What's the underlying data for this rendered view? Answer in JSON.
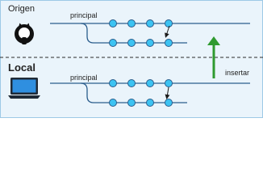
{
  "sections": {
    "origin": {
      "title": "Origen",
      "branch_label": "principal",
      "icon": "github-octocat-icon"
    },
    "local": {
      "title": "Local",
      "branch_label": "principal",
      "icon": "laptop-icon"
    }
  },
  "action": {
    "label": "insertar",
    "icon": "up-arrow-icon"
  },
  "colors": {
    "panel_bg": "#eaf4fb",
    "panel_border": "#9dc9e6",
    "commit_fill": "#3cc3f2",
    "commit_stroke": "#2a5d8c",
    "line": "#2a5d8c",
    "arrow_green": "#2f9a2f",
    "divider": "#2b2b2b"
  }
}
